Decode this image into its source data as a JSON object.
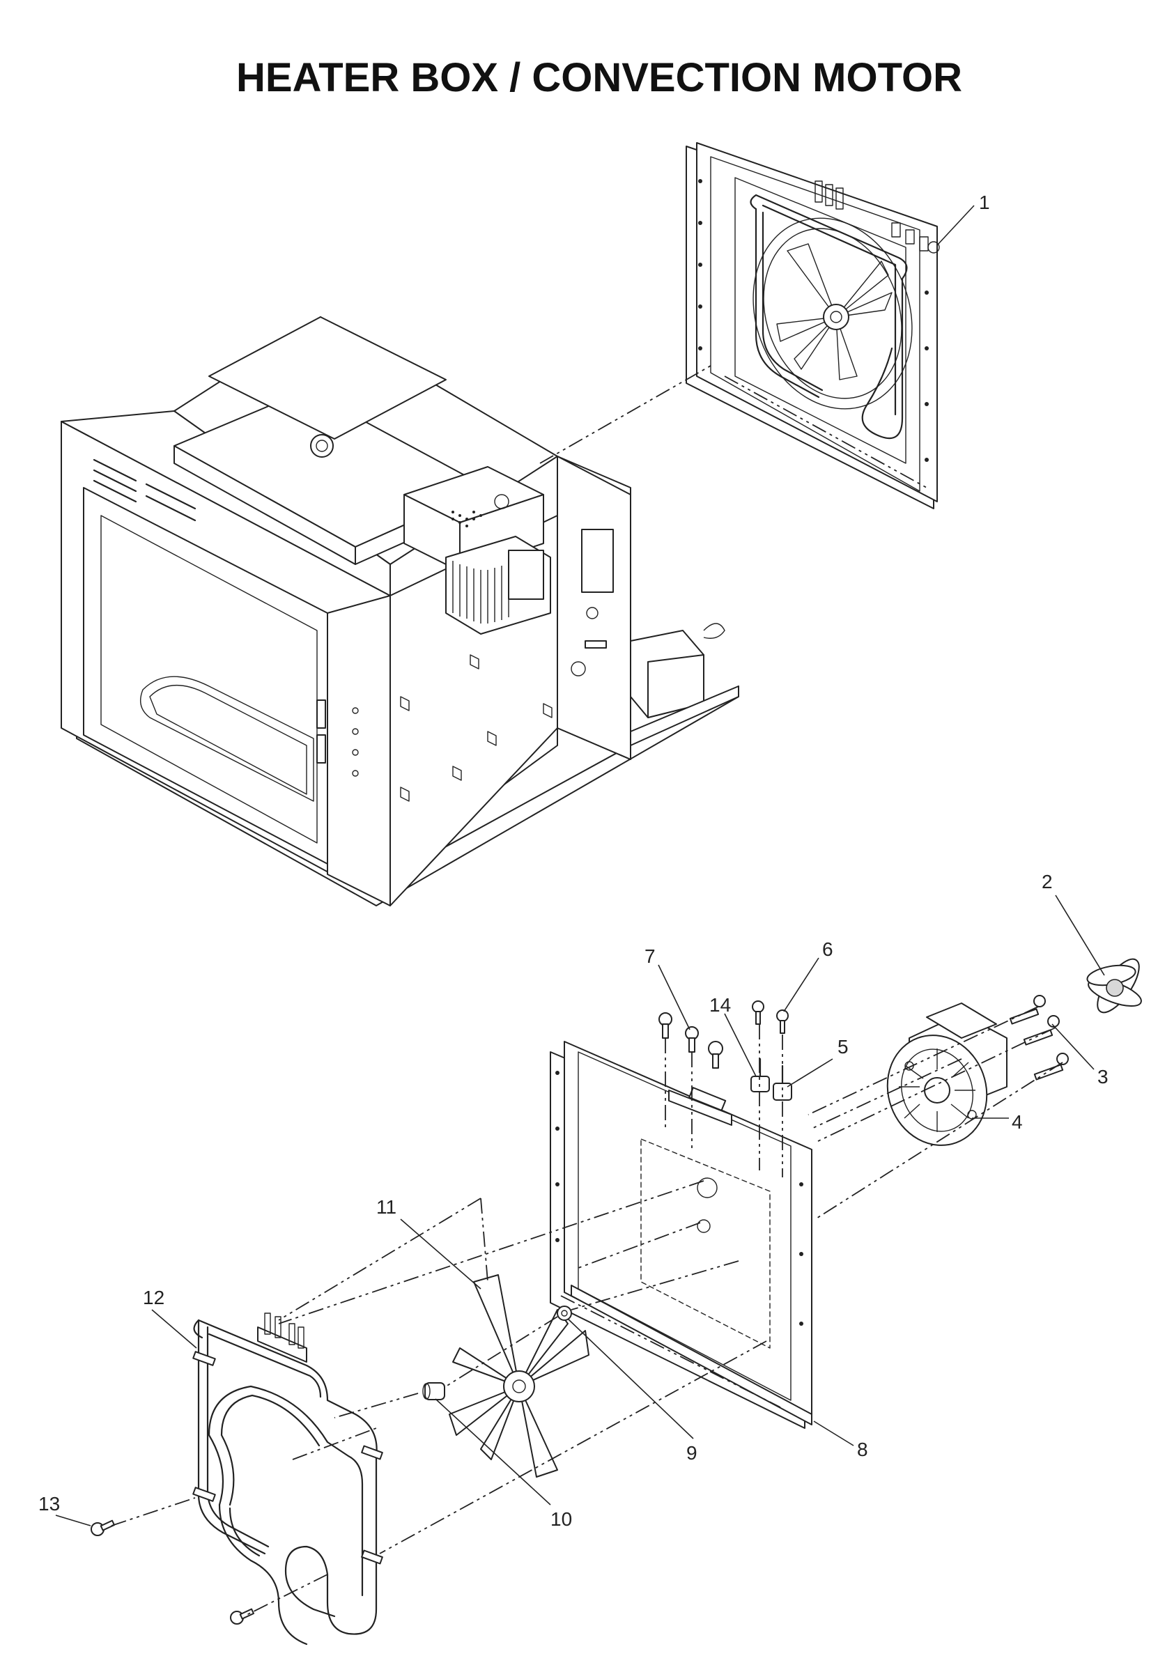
{
  "title": "HEATER BOX / CONVECTION MOTOR",
  "callouts": [
    {
      "id": "1",
      "label": "1"
    },
    {
      "id": "2",
      "label": "2"
    },
    {
      "id": "3",
      "label": "3"
    },
    {
      "id": "4",
      "label": "4"
    },
    {
      "id": "5",
      "label": "5"
    },
    {
      "id": "6",
      "label": "6"
    },
    {
      "id": "7",
      "label": "7"
    },
    {
      "id": "8",
      "label": "8"
    },
    {
      "id": "9",
      "label": "9"
    },
    {
      "id": "10",
      "label": "10"
    },
    {
      "id": "11",
      "label": "11"
    },
    {
      "id": "12",
      "label": "12"
    },
    {
      "id": "13",
      "label": "13"
    },
    {
      "id": "14",
      "label": "14"
    }
  ]
}
